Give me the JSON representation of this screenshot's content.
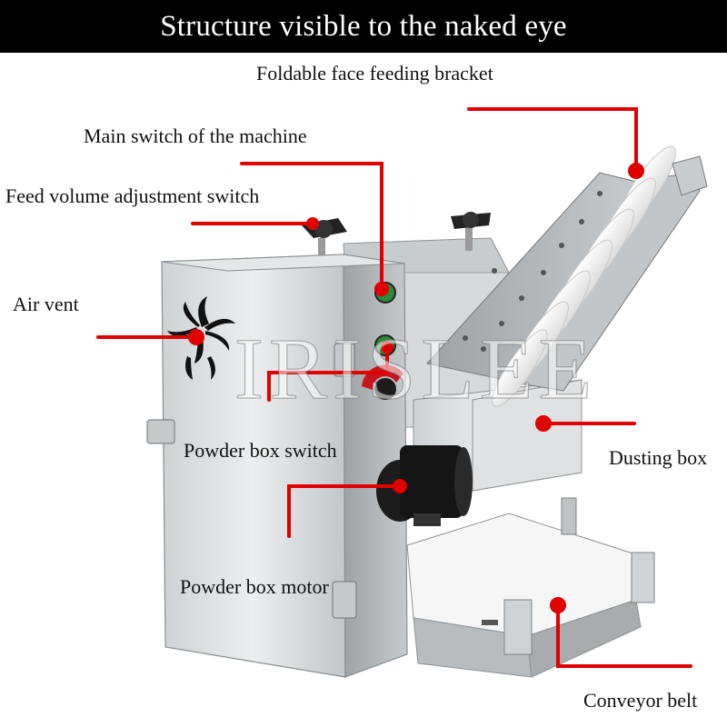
{
  "banner": {
    "title": "Structure visible to the naked eye"
  },
  "watermark": "IRISLEE",
  "callouts": {
    "feeding_bracket": "Foldable face feeding bracket",
    "main_switch": "Main switch of the machine",
    "feed_volume_switch": "Feed volume adjustment switch",
    "air_vent": "Air vent",
    "powder_box_switch": "Powder box switch",
    "dusting_box": "Dusting box",
    "powder_box_motor": "Powder box motor",
    "conveyor_belt": "Conveyor belt"
  },
  "colors": {
    "callout_line": "#e00000",
    "banner_bg": "#000000",
    "banner_text": "#ffffff"
  }
}
